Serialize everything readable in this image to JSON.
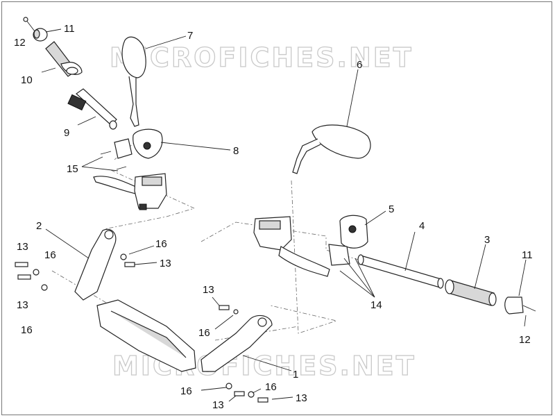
{
  "watermark": {
    "top": "MICROFICHES.NET",
    "bottom": "MICROFICHES.NET"
  },
  "callouts": [
    {
      "id": "c-12a",
      "text": "12"
    },
    {
      "id": "c-11a",
      "text": "11"
    },
    {
      "id": "c-10",
      "text": "10"
    },
    {
      "id": "c-9",
      "text": "9"
    },
    {
      "id": "c-7",
      "text": "7"
    },
    {
      "id": "c-6",
      "text": "6"
    },
    {
      "id": "c-8",
      "text": "8"
    },
    {
      "id": "c-15",
      "text": "15"
    },
    {
      "id": "c-2",
      "text": "2"
    },
    {
      "id": "c-13a",
      "text": "13"
    },
    {
      "id": "c-16a",
      "text": "16"
    },
    {
      "id": "c-13b",
      "text": "13"
    },
    {
      "id": "c-16b",
      "text": "16"
    },
    {
      "id": "c-13c",
      "text": "13"
    },
    {
      "id": "c-16c",
      "text": "16"
    },
    {
      "id": "c-13d",
      "text": "13"
    },
    {
      "id": "c-16d",
      "text": "16"
    },
    {
      "id": "c-5",
      "text": "5"
    },
    {
      "id": "c-4",
      "text": "4"
    },
    {
      "id": "c-3",
      "text": "3"
    },
    {
      "id": "c-11b",
      "text": "11"
    },
    {
      "id": "c-14",
      "text": "14"
    },
    {
      "id": "c-12b",
      "text": "12"
    },
    {
      "id": "c-1",
      "text": "1"
    },
    {
      "id": "c-16e",
      "text": "16"
    },
    {
      "id": "c-16f",
      "text": "16"
    },
    {
      "id": "c-13e",
      "text": "13"
    },
    {
      "id": "c-13f",
      "text": "13"
    }
  ]
}
